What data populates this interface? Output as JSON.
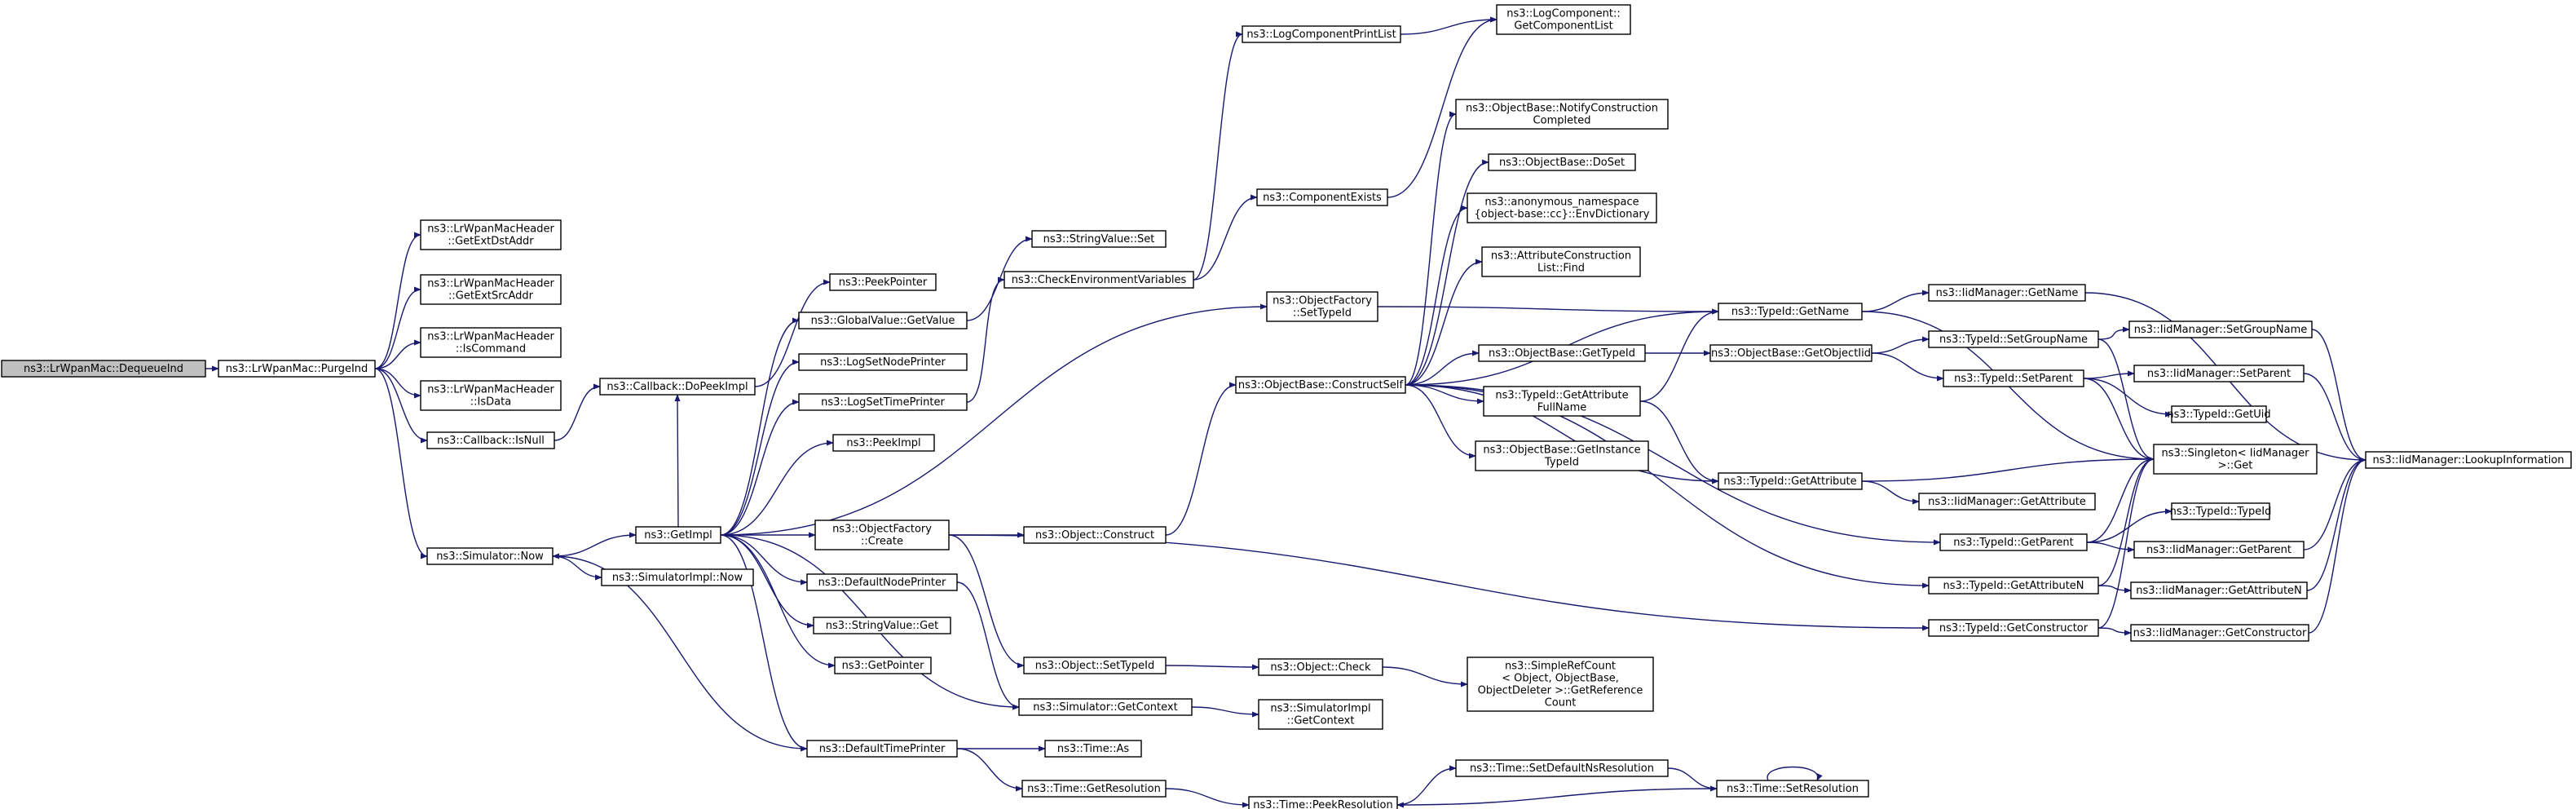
{
  "nodes": [
    {
      "id": "dequeueind",
      "lines": [
        "ns3::LrWpanMac::DequeueInd"
      ],
      "root": true
    },
    {
      "id": "purgeind",
      "lines": [
        "ns3::LrWpanMac::PurgeInd"
      ]
    },
    {
      "id": "getextdst",
      "lines": [
        "ns3::LrWpanMacHeader",
        "::GetExtDstAddr"
      ]
    },
    {
      "id": "getextsrc",
      "lines": [
        "ns3::LrWpanMacHeader",
        "::GetExtSrcAddr"
      ]
    },
    {
      "id": "iscommand",
      "lines": [
        "ns3::LrWpanMacHeader",
        "::IsCommand"
      ]
    },
    {
      "id": "isdata",
      "lines": [
        "ns3::LrWpanMacHeader",
        "::IsData"
      ]
    },
    {
      "id": "isnull",
      "lines": [
        "ns3::Callback::IsNull"
      ]
    },
    {
      "id": "simnow",
      "lines": [
        "ns3::Simulator::Now"
      ]
    },
    {
      "id": "dopeekimpl",
      "lines": [
        "ns3::Callback::DoPeekImpl"
      ]
    },
    {
      "id": "getimpl",
      "lines": [
        "ns3::GetImpl"
      ]
    },
    {
      "id": "simimplnow",
      "lines": [
        "ns3::SimulatorImpl::Now"
      ]
    },
    {
      "id": "peekpointer",
      "lines": [
        "ns3::PeekPointer"
      ]
    },
    {
      "id": "gvgetvalue",
      "lines": [
        "ns3::GlobalValue::GetValue"
      ]
    },
    {
      "id": "lognodeprinter",
      "lines": [
        "ns3::LogSetNodePrinter"
      ]
    },
    {
      "id": "logtimeprinter",
      "lines": [
        "ns3::LogSetTimePrinter"
      ]
    },
    {
      "id": "peekimpl",
      "lines": [
        "ns3::PeekImpl"
      ]
    },
    {
      "id": "ofcreate",
      "lines": [
        "ns3::ObjectFactory",
        "::Create"
      ]
    },
    {
      "id": "defnodeprinter",
      "lines": [
        "ns3::DefaultNodePrinter"
      ]
    },
    {
      "id": "svget",
      "lines": [
        "ns3::StringValue::Get"
      ]
    },
    {
      "id": "getpointer",
      "lines": [
        "ns3::GetPointer"
      ]
    },
    {
      "id": "deftimeprinter",
      "lines": [
        "ns3::DefaultTimePrinter"
      ]
    },
    {
      "id": "svset",
      "lines": [
        "ns3::StringValue::Set"
      ]
    },
    {
      "id": "checkenv",
      "lines": [
        "ns3::CheckEnvironmentVariables"
      ]
    },
    {
      "id": "objconstruct",
      "lines": [
        "ns3::Object::Construct"
      ]
    },
    {
      "id": "objsettypeid",
      "lines": [
        "ns3::Object::SetTypeId"
      ]
    },
    {
      "id": "simgetcontext",
      "lines": [
        "ns3::Simulator::GetContext"
      ]
    },
    {
      "id": "timeas",
      "lines": [
        "ns3::Time::As"
      ]
    },
    {
      "id": "timegetres",
      "lines": [
        "ns3::Time::GetResolution"
      ]
    },
    {
      "id": "logcompprintlist",
      "lines": [
        "ns3::LogComponentPrintList"
      ]
    },
    {
      "id": "compexists",
      "lines": [
        "ns3::ComponentExists"
      ]
    },
    {
      "id": "ofsettypeid",
      "lines": [
        "ns3::ObjectFactory",
        "::SetTypeId"
      ]
    },
    {
      "id": "constructself",
      "lines": [
        "ns3::ObjectBase::ConstructSelf"
      ]
    },
    {
      "id": "objcheck",
      "lines": [
        "ns3::Object::Check"
      ]
    },
    {
      "id": "simimplgetcontext",
      "lines": [
        "ns3::SimulatorImpl",
        "::GetContext"
      ]
    },
    {
      "id": "timepeekres",
      "lines": [
        "ns3::Time::PeekResolution"
      ]
    },
    {
      "id": "getcomplist",
      "lines": [
        "ns3::LogComponent::",
        "GetComponentList"
      ]
    },
    {
      "id": "notifyconst",
      "lines": [
        "ns3::ObjectBase::NotifyConstruction",
        "Completed"
      ]
    },
    {
      "id": "doset",
      "lines": [
        "ns3::ObjectBase::DoSet"
      ]
    },
    {
      "id": "envdict",
      "lines": [
        "ns3::anonymous_namespace",
        "{object-base::cc}::EnvDictionary"
      ]
    },
    {
      "id": "attrconstfind",
      "lines": [
        "ns3::AttributeConstruction",
        "List::Find"
      ]
    },
    {
      "id": "obgettypeid",
      "lines": [
        "ns3::ObjectBase::GetTypeId"
      ]
    },
    {
      "id": "tidgetattrfullname",
      "lines": [
        "ns3::TypeId::GetAttribute",
        "FullName"
      ]
    },
    {
      "id": "obgetinstancetypeid",
      "lines": [
        "ns3::ObjectBase::GetInstance",
        "TypeId"
      ]
    },
    {
      "id": "simplerefcount",
      "lines": [
        "ns3::SimpleRefCount",
        "< Object, ObjectBase,",
        "ObjectDeleter >::GetReference",
        "Count"
      ]
    },
    {
      "id": "setdefaultnsres",
      "lines": [
        "ns3::Time::SetDefaultNsResolution"
      ]
    },
    {
      "id": "timesetres",
      "lines": [
        "ns3::Time::SetResolution"
      ]
    },
    {
      "id": "tidgetname",
      "lines": [
        "ns3::TypeId::GetName"
      ]
    },
    {
      "id": "obgetobjectiid",
      "lines": [
        "ns3::ObjectBase::GetObjectIid"
      ]
    },
    {
      "id": "tidgetattribute",
      "lines": [
        "ns3::TypeId::GetAttribute"
      ]
    },
    {
      "id": "tidgetparent",
      "lines": [
        "ns3::TypeId::GetParent"
      ]
    },
    {
      "id": "tidgetattributen",
      "lines": [
        "ns3::TypeId::GetAttributeN"
      ]
    },
    {
      "id": "tidgetconstructor",
      "lines": [
        "ns3::TypeId::GetConstructor"
      ]
    },
    {
      "id": "iidgetname",
      "lines": [
        "ns3::IidManager::GetName"
      ]
    },
    {
      "id": "tidsetgroupname",
      "lines": [
        "ns3::TypeId::SetGroupName"
      ]
    },
    {
      "id": "tidsetparent",
      "lines": [
        "ns3::TypeId::SetParent"
      ]
    },
    {
      "id": "iidgetattribute",
      "lines": [
        "ns3::IidManager::GetAttribute"
      ]
    },
    {
      "id": "iidsetgroupname",
      "lines": [
        "ns3::IidManager::SetGroupName"
      ]
    },
    {
      "id": "iidsetparent",
      "lines": [
        "ns3::IidManager::SetParent"
      ]
    },
    {
      "id": "tidgetuid",
      "lines": [
        "ns3::TypeId::GetUid"
      ]
    },
    {
      "id": "singletonget",
      "lines": [
        "ns3::Singleton< IidManager",
        ">::Get"
      ]
    },
    {
      "id": "tidtypeid",
      "lines": [
        "ns3::TypeId::TypeId"
      ]
    },
    {
      "id": "iidgetparent",
      "lines": [
        "ns3::IidManager::GetParent"
      ]
    },
    {
      "id": "iidgetattributen",
      "lines": [
        "ns3::IidManager::GetAttributeN"
      ]
    },
    {
      "id": "iidgetconstructor",
      "lines": [
        "ns3::IidManager::GetConstructor"
      ]
    },
    {
      "id": "iidlookup",
      "lines": [
        "ns3::IidManager::LookupInformation"
      ]
    }
  ],
  "edges": [
    [
      "dequeueind",
      "purgeind"
    ],
    [
      "purgeind",
      "getextdst"
    ],
    [
      "purgeind",
      "getextsrc"
    ],
    [
      "purgeind",
      "iscommand"
    ],
    [
      "purgeind",
      "isdata"
    ],
    [
      "purgeind",
      "isnull"
    ],
    [
      "purgeind",
      "simnow"
    ],
    [
      "isnull",
      "dopeekimpl"
    ],
    [
      "dopeekimpl",
      "peekpointer"
    ],
    [
      "simnow",
      "getimpl"
    ],
    [
      "simnow",
      "simimplnow"
    ],
    [
      "getimpl",
      "dopeekimpl"
    ],
    [
      "getimpl",
      "gvgetvalue"
    ],
    [
      "getimpl",
      "lognodeprinter"
    ],
    [
      "getimpl",
      "logtimeprinter"
    ],
    [
      "getimpl",
      "peekimpl"
    ],
    [
      "getimpl",
      "ofcreate"
    ],
    [
      "getimpl",
      "defnodeprinter"
    ],
    [
      "getimpl",
      "svget"
    ],
    [
      "getimpl",
      "getpointer"
    ],
    [
      "getimpl",
      "deftimeprinter"
    ],
    [
      "getimpl",
      "simgetcontext"
    ],
    [
      "getimpl",
      "ofsettypeid"
    ],
    [
      "gvgetvalue",
      "svset"
    ],
    [
      "logtimeprinter",
      "checkenv"
    ],
    [
      "checkenv",
      "logcompprintlist"
    ],
    [
      "checkenv",
      "compexists"
    ],
    [
      "logcompprintlist",
      "getcomplist"
    ],
    [
      "compexists",
      "getcomplist"
    ],
    [
      "ofcreate",
      "objconstruct"
    ],
    [
      "ofcreate",
      "objsettypeid"
    ],
    [
      "ofcreate",
      "tidgetconstructor"
    ],
    [
      "defnodeprinter",
      "simgetcontext"
    ],
    [
      "deftimeprinter",
      "simnow"
    ],
    [
      "deftimeprinter",
      "timeas"
    ],
    [
      "deftimeprinter",
      "timegetres"
    ],
    [
      "ofsettypeid",
      "tidgetname"
    ],
    [
      "objconstruct",
      "constructself"
    ],
    [
      "objsettypeid",
      "objcheck"
    ],
    [
      "objcheck",
      "simplerefcount"
    ],
    [
      "simgetcontext",
      "simimplgetcontext"
    ],
    [
      "timegetres",
      "timepeekres"
    ],
    [
      "timepeekres",
      "setdefaultnsres"
    ],
    [
      "setdefaultnsres",
      "timesetres"
    ],
    [
      "timesetres",
      "timepeekres"
    ],
    [
      "timesetres",
      "timesetres"
    ],
    [
      "constructself",
      "notifyconst"
    ],
    [
      "constructself",
      "doset"
    ],
    [
      "constructself",
      "envdict"
    ],
    [
      "constructself",
      "attrconstfind"
    ],
    [
      "constructself",
      "tidgetname"
    ],
    [
      "constructself",
      "obgettypeid"
    ],
    [
      "constructself",
      "tidgetattrfullname"
    ],
    [
      "constructself",
      "obgetinstancetypeid"
    ],
    [
      "constructself",
      "tidgetattribute"
    ],
    [
      "constructself",
      "tidgetparent"
    ],
    [
      "constructself",
      "tidgetattributen"
    ],
    [
      "obgettypeid",
      "obgetobjectiid"
    ],
    [
      "tidgetattrfullname",
      "tidgetname"
    ],
    [
      "tidgetattrfullname",
      "tidgetattribute"
    ],
    [
      "obgetobjectiid",
      "tidsetgroupname"
    ],
    [
      "obgetobjectiid",
      "tidsetparent"
    ],
    [
      "tidgetname",
      "iidgetname"
    ],
    [
      "tidgetname",
      "singletonget"
    ],
    [
      "iidgetname",
      "iidlookup"
    ],
    [
      "tidsetgroupname",
      "iidsetgroupname"
    ],
    [
      "tidsetgroupname",
      "singletonget"
    ],
    [
      "iidsetgroupname",
      "iidlookup"
    ],
    [
      "tidsetparent",
      "iidsetparent"
    ],
    [
      "tidsetparent",
      "tidgetuid"
    ],
    [
      "tidsetparent",
      "singletonget"
    ],
    [
      "iidsetparent",
      "iidlookup"
    ],
    [
      "tidgetattribute",
      "singletonget"
    ],
    [
      "tidgetattribute",
      "iidgetattribute"
    ],
    [
      "tidgetparent",
      "tidtypeid"
    ],
    [
      "tidgetparent",
      "iidgetparent"
    ],
    [
      "tidgetparent",
      "singletonget"
    ],
    [
      "iidgetparent",
      "iidlookup"
    ],
    [
      "tidgetattributen",
      "iidgetattributen"
    ],
    [
      "tidgetattributen",
      "singletonget"
    ],
    [
      "iidgetattributen",
      "iidlookup"
    ],
    [
      "tidgetconstructor",
      "iidgetconstructor"
    ],
    [
      "tidgetconstructor",
      "singletonget"
    ],
    [
      "iidgetconstructor",
      "iidlookup"
    ]
  ]
}
